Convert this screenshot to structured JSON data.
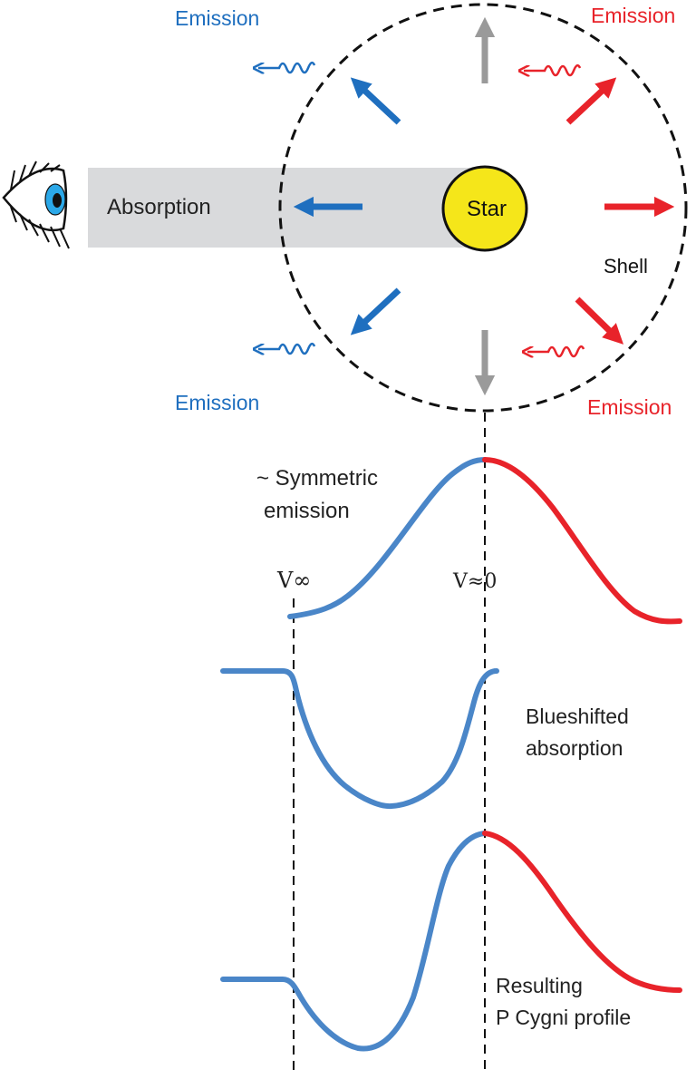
{
  "labels": {
    "emission_top_left": "Emission",
    "emission_top_right": "Emission",
    "emission_bottom_left": "Emission",
    "emission_bottom_right": "Emission",
    "absorption": "Absorption",
    "star": "Star",
    "shell": "Shell",
    "symmetric_line1": "~ Symmetric",
    "symmetric_line2": "emission",
    "v_infinity": "V∞",
    "v_zero": "V≈0",
    "blueshifted_line1": "Blueshifted",
    "blueshifted_line2": "absorption",
    "resulting_line1": "Resulting",
    "resulting_line2": "P Cygni profile"
  },
  "colors": {
    "blue": "#1f6fbf",
    "red": "#e8232a",
    "gray": "#9a9a9a",
    "star_fill": "#f5e61a",
    "absorption_band": "#d9dadc",
    "profile_blue": "#4a86c8",
    "profile_red": "#e8232a"
  },
  "icons": {
    "observer": "eye-icon"
  }
}
